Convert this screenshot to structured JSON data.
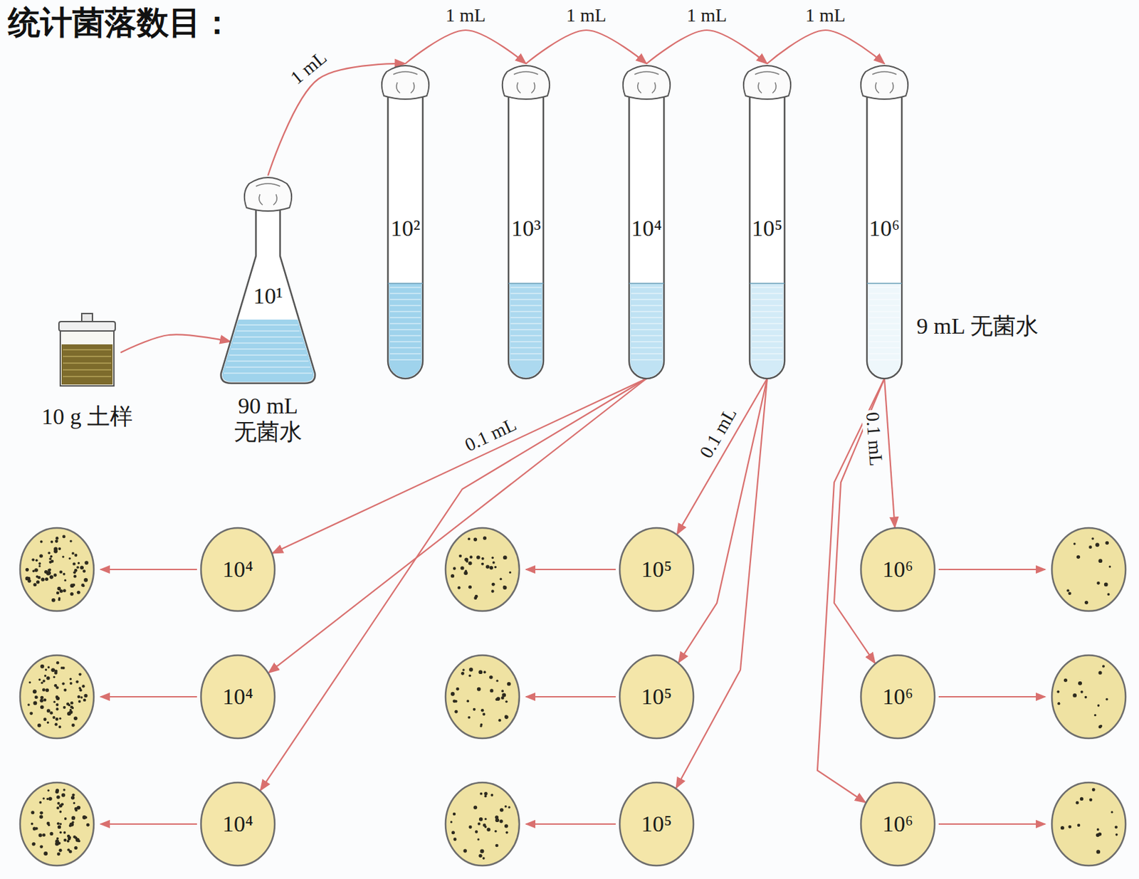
{
  "diagram": {
    "title": "统计菌落数目：",
    "nodes": [
      {
        "text": [
          "10 g 土样"
        ]
      },
      {
        "text": [
          "10¹",
          "90 mL 无菌水"
        ]
      },
      {
        "text": [
          "10²"
        ]
      },
      {
        "text": [
          "10³"
        ]
      },
      {
        "text": [
          "10⁴"
        ]
      },
      {
        "text": [
          "10⁵"
        ]
      },
      {
        "text": [
          "10⁶",
          "9 mL 无菌水"
        ]
      },
      {
        "text": [
          "10⁴"
        ]
      },
      {
        "text": [
          "10⁴"
        ]
      },
      {
        "text": [
          "10⁴"
        ]
      },
      {
        "text": [
          "10⁵"
        ]
      },
      {
        "text": [
          "10⁵"
        ]
      },
      {
        "text": [
          "10⁵"
        ]
      },
      {
        "text": [
          "10⁶"
        ]
      },
      {
        "text": [
          "10⁶"
        ]
      },
      {
        "text": [
          "10⁶"
        ]
      }
    ],
    "edges": [
      {
        "from": 0,
        "to": 1,
        "arrow": "to"
      },
      {
        "from": 1,
        "to": 2,
        "label": "1 mL",
        "arrow": "to"
      },
      {
        "from": 2,
        "to": 3,
        "label": "1 mL",
        "arrow": "to"
      },
      {
        "from": 3,
        "to": 4,
        "label": "1 mL",
        "arrow": "to"
      },
      {
        "from": 4,
        "to": 5,
        "label": "1 mL",
        "arrow": "to"
      },
      {
        "from": 5,
        "to": 6,
        "label": "1 mL",
        "arrow": "to"
      },
      {
        "from": 4,
        "to": 7,
        "label": "0.1 mL",
        "arrow": "to"
      },
      {
        "from": 4,
        "to": 8,
        "arrow": "to"
      },
      {
        "from": 4,
        "to": 9,
        "arrow": "to"
      },
      {
        "from": 5,
        "to": 10,
        "label": "0.1 mL",
        "arrow": "to"
      },
      {
        "from": 5,
        "to": 11,
        "arrow": "to"
      },
      {
        "from": 5,
        "to": 12,
        "arrow": "to"
      },
      {
        "from": 6,
        "to": 13,
        "label": "0.1 mL",
        "arrow": "to"
      },
      {
        "from": 6,
        "to": 14,
        "arrow": "to"
      },
      {
        "from": 6,
        "to": 15,
        "arrow": "to"
      }
    ]
  }
}
